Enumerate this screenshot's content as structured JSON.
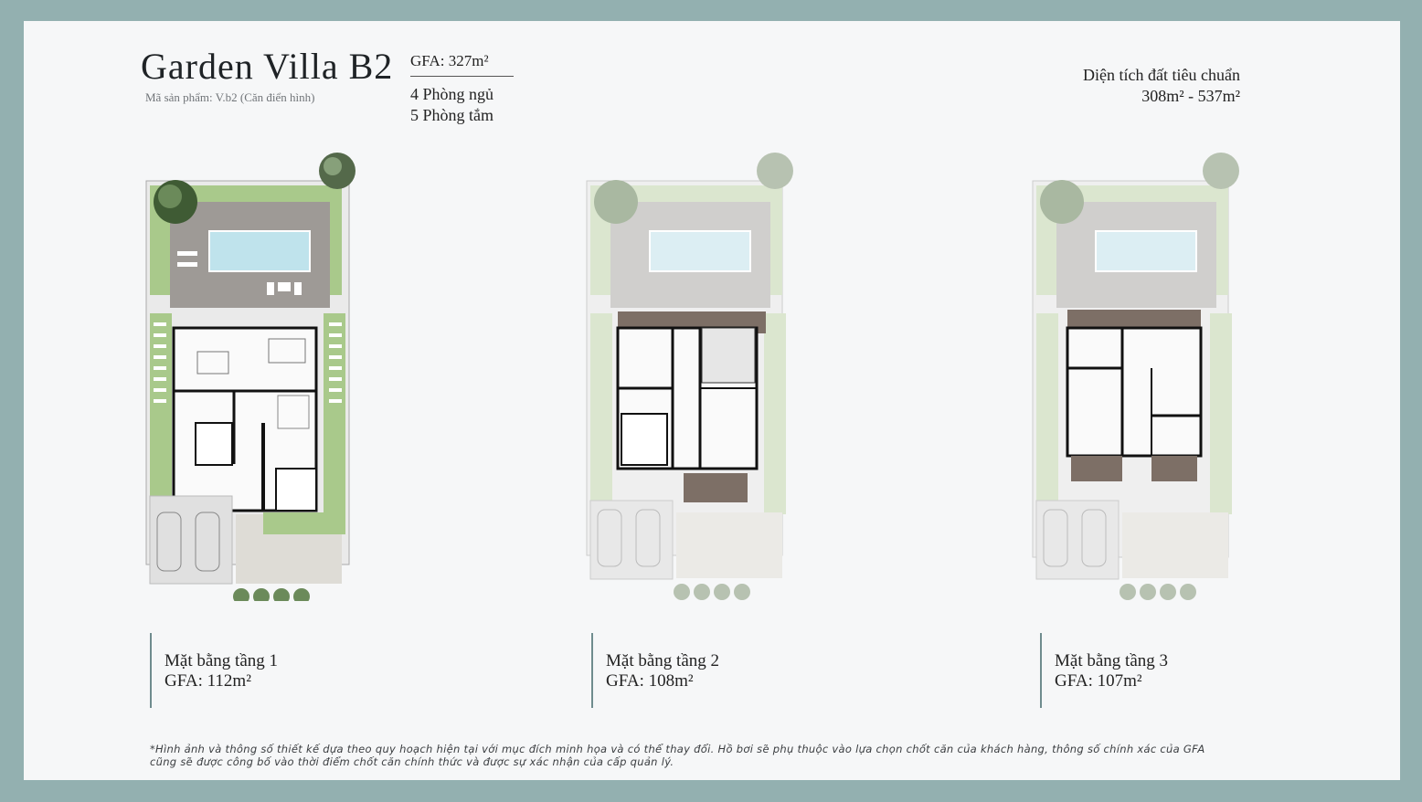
{
  "header": {
    "title": "Garden Villa B2",
    "subtitle": "Mã sản phẩm: V.b2 (Căn điển hình)",
    "gfa_total": "GFA: 327m²",
    "bedrooms": "4 Phòng ngủ",
    "bathrooms": "5 Phòng tắm",
    "land_label": "Diện tích đất tiêu chuẩn",
    "land_value": "308m² - 537m²"
  },
  "floors": [
    {
      "title": "Mặt bằng tầng 1",
      "gfa": "GFA: 112m²"
    },
    {
      "title": "Mặt bằng tầng 2",
      "gfa": "GFA: 108m²"
    },
    {
      "title": "Mặt bằng tầng 3",
      "gfa": "GFA: 107m²"
    }
  ],
  "footnote": "*Hình ảnh và thông số thiết kế dựa theo quy hoạch hiện tại với mục đích minh họa và có thể thay đổi. Hồ bơi sẽ phụ thuộc vào lựa chọn chốt căn của khách hàng, thông số chính xác của GFA cũng sẽ được công bố vào thời điểm chốt căn chính thức và được sự xác nhận của cấp quản lý.",
  "colors": {
    "frame": "#93b0b0",
    "page": "#f6f7f8",
    "accent_line": "#6f8c8e",
    "lawn": "#a9c98b",
    "pool": "#bfe3ec",
    "deck": "#9e9a96"
  }
}
